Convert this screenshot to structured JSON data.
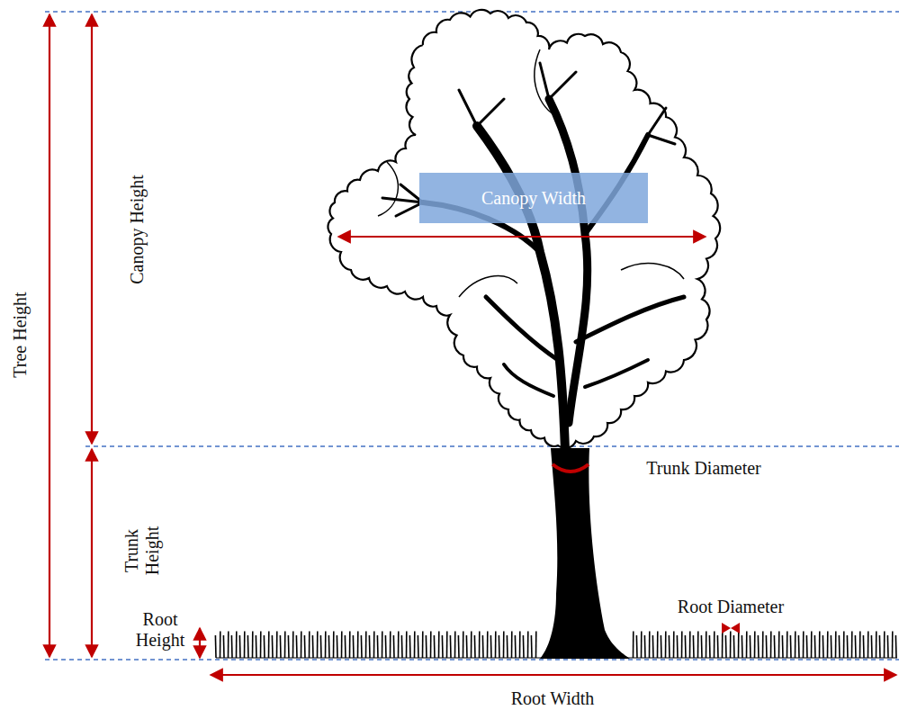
{
  "diagram": {
    "nodes": [
      {
        "text": [
          "Canopy Width"
        ]
      }
    ],
    "labels": [
      "Tree Height",
      "Canopy Height",
      "Trunk Height",
      "Trunk Diameter",
      "Root Height",
      "Root Diameter",
      "Root Width"
    ]
  }
}
